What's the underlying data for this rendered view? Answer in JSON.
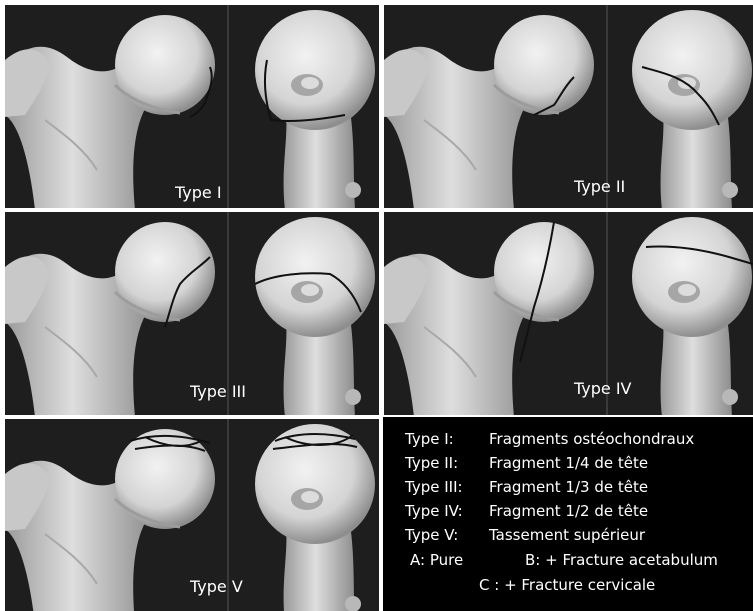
{
  "panels": [
    {
      "id": "type-i",
      "caption": "Type I"
    },
    {
      "id": "type-ii",
      "caption": "Type II"
    },
    {
      "id": "type-iii",
      "caption": "Type III"
    },
    {
      "id": "type-iv",
      "caption": "Type IV"
    },
    {
      "id": "type-v",
      "caption": "Type V"
    }
  ],
  "legend": {
    "rows": [
      {
        "code": "Type I:",
        "desc": "Fragments ostéochondraux"
      },
      {
        "code": "Type II:",
        "desc": "Fragment 1/4 de tête"
      },
      {
        "code": "Type III:",
        "desc": "Fragment 1/3 de tête"
      },
      {
        "code": "Type IV:",
        "desc": "Fragment 1/2  de tête"
      },
      {
        "code": "Type V:",
        "desc": "Tassement supérieur"
      }
    ],
    "sub_a": "A: Pure",
    "sub_b": "B: + Fracture acetabulum",
    "sub_c": "C : + Fracture cervicale"
  }
}
